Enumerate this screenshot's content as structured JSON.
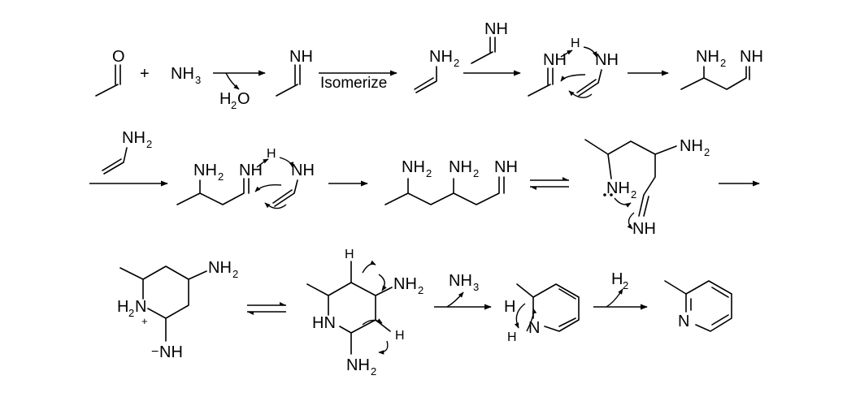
{
  "labels": {
    "oxygen": "O",
    "plus": "+",
    "ammonia": "NH",
    "ammonia_sub": "3",
    "water_h": "H",
    "water_sub": "2",
    "water_o": "O",
    "imine_nh": "NH",
    "isomerize": "Isomerize",
    "enamine_nh": "NH",
    "enamine_sub": "2",
    "reagent_imine_nh": "NH",
    "step2_nh": "NH",
    "step2_h": "H",
    "step2_nh_b": "NH",
    "product1_nh2": "NH",
    "product1_sub": "2",
    "product1_nh": "NH",
    "reagent2_nh2": "NH",
    "reagent2_sub": "2",
    "step3_nh2": "NH",
    "step3_sub": "2",
    "step3_nh": "NH",
    "step3_h": "H",
    "step3_nh_b": "NH",
    "product2_nh2_a": "NH",
    "product2_sub_a": "2",
    "product2_nh2_b": "NH",
    "product2_sub_b": "2",
    "product2_nh": "NH",
    "cyc_nh2_top": "NH",
    "cyc_sub_top": "2",
    "cyc_nh2": "NH",
    "cyc_sub": "2",
    "cyc_nh": "NH",
    "pip_nh2": "NH",
    "pip_sub": "2",
    "pip_h2n_h": "H",
    "pip_h2n_sub": "2",
    "pip_h2n_n": "N",
    "pip_plus": "+",
    "pip_minus": "−",
    "pip_nh": "NH",
    "pip2_h_top": "H",
    "pip2_nh2": "NH",
    "pip2_sub": "2",
    "pip2_hn": "HN",
    "pip2_h_right": "H",
    "pip2_nh2_bottom": "NH",
    "pip2_sub_bottom": "2",
    "loss_nh3": "NH",
    "loss_nh3_sub": "3",
    "dhp_h": "H",
    "dhp_n": "N",
    "dhp_h_bottom": "H",
    "loss_h2": "H",
    "loss_h2_sub": "2",
    "pyridine_n": "N"
  }
}
